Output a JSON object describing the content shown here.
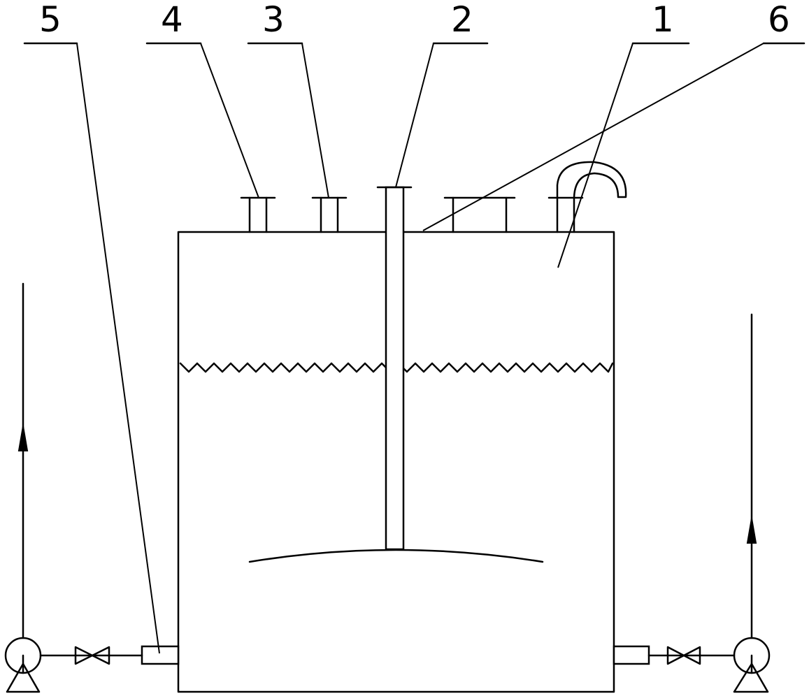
{
  "diagram": {
    "labels": [
      {
        "id": "tank",
        "text": "1"
      },
      {
        "id": "stirrer",
        "text": "2"
      },
      {
        "id": "nozzle-3",
        "text": "3"
      },
      {
        "id": "nozzle-4",
        "text": "4"
      },
      {
        "id": "outlet",
        "text": "5"
      },
      {
        "id": "top-cover",
        "text": "6"
      }
    ]
  }
}
